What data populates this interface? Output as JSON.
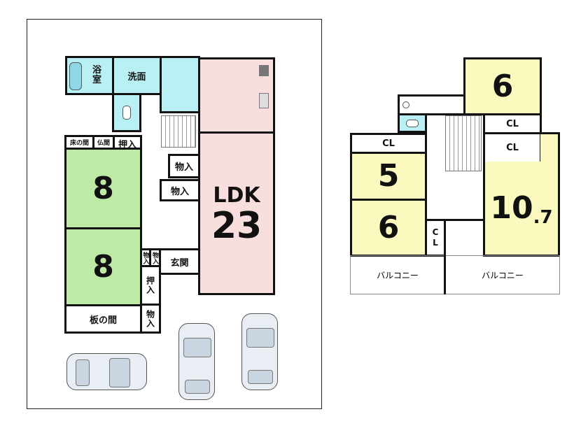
{
  "first_floor": {
    "bath": "浴室",
    "washroom": "洗面",
    "tokonoma": "床の間",
    "butsuma": "仏間",
    "oshiire_1": "押入",
    "tatami_room_1": "8",
    "tatami_room_2": "8",
    "storage_1": "物入",
    "storage_2": "物入",
    "ldk_label": "LDK",
    "ldk_size": "23",
    "small_storage_1": "物入",
    "small_storage_2": "物入",
    "entrance": "玄関",
    "oshiire_2": "押入",
    "wood_room": "板の間",
    "storage_3": "物入"
  },
  "second_floor": {
    "room_top": "6",
    "closet_1": "CL",
    "closet_2": "CL",
    "closet_3": "CL",
    "room_5": "5",
    "room_6": "6",
    "room_large_int": "10",
    "room_large_dec": ".7",
    "closet_small": "CL",
    "balcony_1": "バルコニー",
    "balcony_2": "バルコニー"
  },
  "colors": {
    "wet": "#b8f0f4",
    "tatami": "#bdeaa4",
    "ldk": "#f9dede",
    "western": "#fafabf"
  }
}
